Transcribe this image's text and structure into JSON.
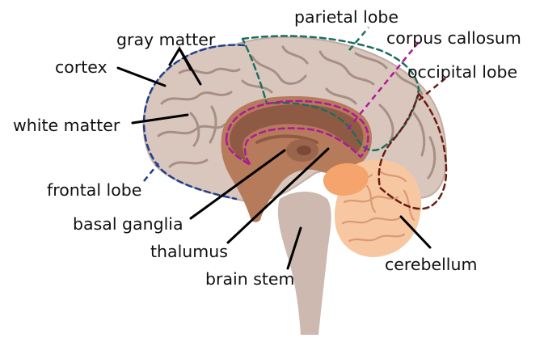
{
  "labels": {
    "gray_matter": "gray matter",
    "parietal_lobe": "parietal lobe",
    "corpus_callosum": "corpus callosum",
    "cortex": "cortex",
    "occipital_lobe": "occipital lobe",
    "white_matter": "white matter",
    "frontal_lobe": "frontal lobe",
    "basal_ganglia": "basal ganglia",
    "thalumus": "thalumus",
    "cerebellum": "cerebellum",
    "brain_stem": "brain stem"
  },
  "colors": {
    "cortex_fill": "#d9c7be",
    "cortex_edge": "#c2aca1",
    "gyrus_line": "#a88f85",
    "inner_brown": "#b57b5b",
    "corpus_callosum_fill": "#8f5a43",
    "brain_stem": "#cdb9b0",
    "cerebellum": "#f7c7a1",
    "orange_nucleus": "#f4a46c",
    "frontal_lobe_outline": "#1f3f8f",
    "parietal_lobe_outline": "#1d6e5e",
    "corpus_callosum_outline": "#b0179b",
    "occipital_lobe_outline": "#6b1b12",
    "leader_lines": "#000000"
  }
}
